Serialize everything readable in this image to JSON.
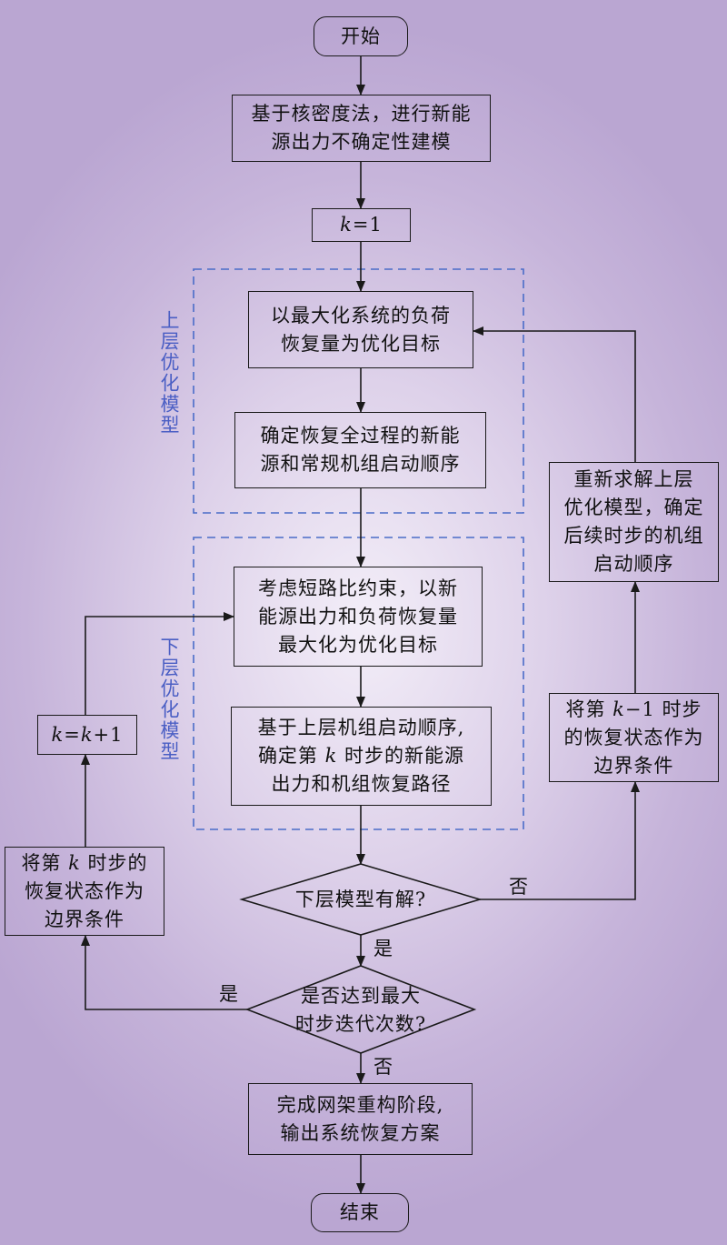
{
  "nodes": {
    "start": "开始",
    "kde": "基于核密度法，进行新能\n源出力不确定性建模",
    "k_init_var": "k",
    "k_init_rest": "=1",
    "upper_obj": "以最大化系统的负荷\n恢复量为优化目标",
    "upper_order": "确定恢复全过程的新能\n源和常规机组启动顺序",
    "lower_obj": "考虑短路比约束，以新\n能源出力和负荷恢复量\n最大化为优化目标",
    "lower_path_line1": "基于上层机组启动顺序,",
    "lower_path_line2_pre": "确定第 ",
    "lower_path_line2_var": "k",
    "lower_path_line2_post": " 时步的新能源",
    "lower_path_line3": "出力和机组恢复路径",
    "decision1": "下层模型有解?",
    "decision2": "是否达到最大\n时步迭代次数?",
    "finish": "完成网架重构阶段,\n输出系统恢复方案",
    "end": "结束",
    "resolve_upper": "重新求解上层\n优化模型，确定\n后续时步的机组\n启动顺序",
    "prev_boundary_line1_pre": "将第 ",
    "prev_boundary_line1_var": "k",
    "prev_boundary_line1_post": "−1 时步",
    "prev_boundary_line2": "的恢复状态作为",
    "prev_boundary_line3": "边界条件",
    "cur_boundary_line1_pre": "将第 ",
    "cur_boundary_line1_var": "k",
    "cur_boundary_line1_post": " 时步的",
    "cur_boundary_line2": "恢复状态作为",
    "cur_boundary_line3": "边界条件",
    "k_inc_var1": "k",
    "k_inc_mid": "=",
    "k_inc_var2": "k",
    "k_inc_rest": "+1"
  },
  "groups": {
    "upper": "上层优化模型",
    "lower": "下层优化模型"
  },
  "edge_labels": {
    "d1_no": "否",
    "d1_yes": "是",
    "d2_yes": "是",
    "d2_no": "否"
  },
  "colors": {
    "group_border": "#4a6cc8",
    "group_label": "#4a5ec4",
    "stroke": "#1a1a1a"
  }
}
